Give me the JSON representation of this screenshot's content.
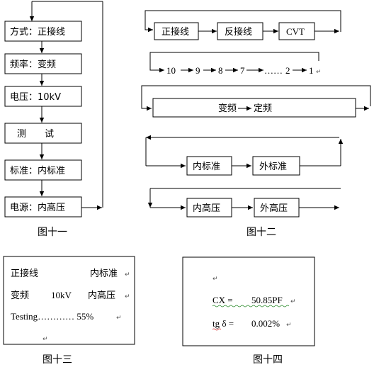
{
  "fig11": {
    "caption": "图十一",
    "steps": [
      "方式：正接线",
      "频率：变频",
      "电压：10kV",
      "测　　试",
      "标准：内标准",
      "电源：内高压"
    ]
  },
  "fig12": {
    "caption": "图十二",
    "row1": [
      "正接线",
      "反接线",
      "CVT"
    ],
    "row2": [
      "10",
      "9",
      "8",
      "7",
      "……",
      "2",
      "1"
    ],
    "row3": {
      "left": "变频",
      "right": "定频"
    },
    "row4": [
      "内标准",
      "外标准"
    ],
    "row5": [
      "内高压",
      "外高压"
    ]
  },
  "fig13": {
    "caption": "图十三",
    "line1_left": "正接线",
    "line1_right": "内标准",
    "line2_a": "变频",
    "line2_b": "10kV",
    "line2_c": "内高压",
    "line3": "Testing………… 55%"
  },
  "fig14": {
    "caption": "图十四",
    "cx_label": "CX =",
    "cx_value": "50.85PF",
    "tg_label": "tg δ =",
    "tg_value": "0.002%"
  },
  "para_mark": "↵"
}
